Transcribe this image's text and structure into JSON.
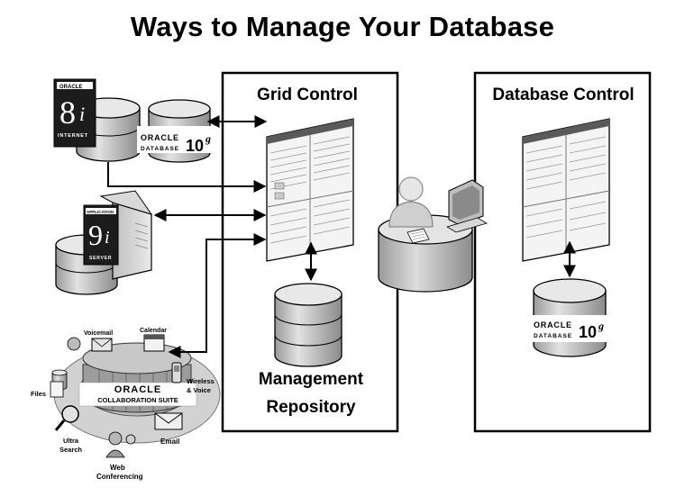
{
  "title": "Ways to Manage Your Database",
  "grid_control": {
    "title": "Grid Control",
    "repo_line1": "Management",
    "repo_line2": "Repository"
  },
  "database_control": {
    "title": "Database Control"
  },
  "oracle8i": {
    "brand": "ORACLE",
    "version": "8",
    "suffix": "i",
    "edition": "INTERNET"
  },
  "oracle10g_top": {
    "brand": "ORACLE",
    "product": "DATABASE",
    "version": "10",
    "suffix": "g"
  },
  "oracle10g_right": {
    "brand": "ORACLE",
    "product": "DATABASE",
    "version": "10",
    "suffix": "g"
  },
  "app_server": {
    "top": "APPLICATION",
    "version": "9",
    "suffix": "i",
    "bottom": "SERVER"
  },
  "collab_suite": {
    "brand": "ORACLE",
    "name": "COLLABORATION SUITE",
    "labels": {
      "voicemail": "Voicemail",
      "calendar": "Calendar",
      "wireless1": "Wireless",
      "wireless2": "& Voice",
      "email": "Email",
      "web1": "Web",
      "web2": "Conferencing",
      "ultra1": "Ultra",
      "ultra2": "Search",
      "files": "Files"
    }
  },
  "colors": {
    "line": "#000000",
    "cylinder_side": "#cfcfcf",
    "cylinder_top": "#e6e6e6",
    "dark": "#1a1a1a"
  }
}
